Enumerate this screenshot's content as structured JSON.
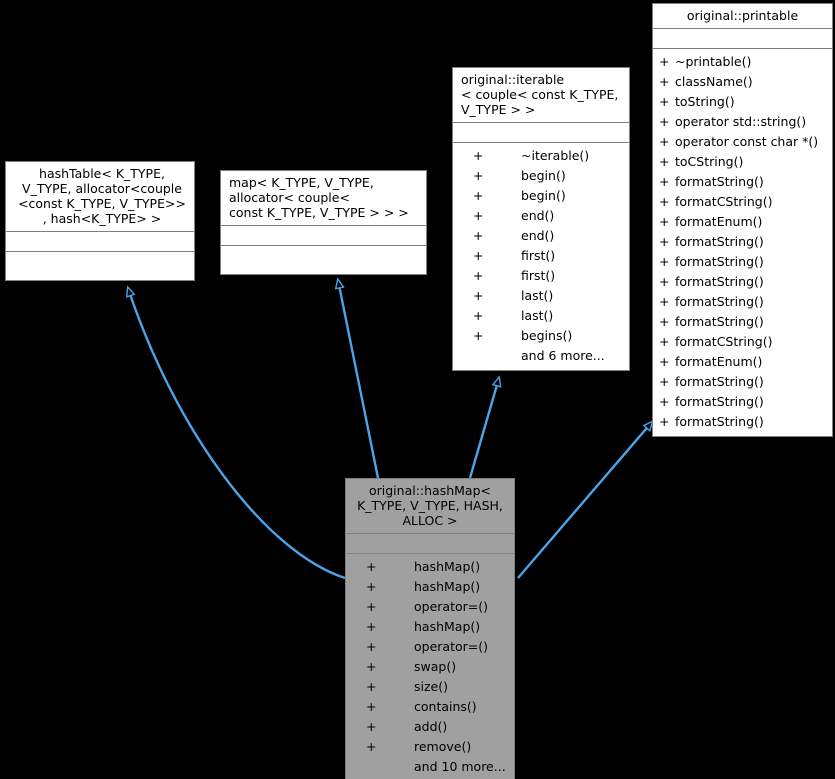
{
  "diagram": {
    "kind": "uml-class-inheritance-diagram",
    "background": "#000000",
    "edge_color": "#4da3e8",
    "highlight_fill": "#a0a0a0",
    "box_fill": "#ffffff",
    "border_color": "#808080"
  },
  "classes": {
    "printable": {
      "title": "original::printable",
      "attributes": [],
      "methods": [
        {
          "vis": "+",
          "name": "~printable()"
        },
        {
          "vis": "+",
          "name": "className()"
        },
        {
          "vis": "+",
          "name": "toString()"
        },
        {
          "vis": "+",
          "name": "operator std::string()"
        },
        {
          "vis": "+",
          "name": "operator const char *()"
        },
        {
          "vis": "+",
          "name": "toCString()"
        },
        {
          "vis": "+",
          "name": "formatString()"
        },
        {
          "vis": "+",
          "name": "formatCString()"
        },
        {
          "vis": "+",
          "name": "formatEnum()"
        },
        {
          "vis": "+",
          "name": "formatString()"
        },
        {
          "vis": "+",
          "name": "formatString()"
        },
        {
          "vis": "+",
          "name": "formatString()"
        },
        {
          "vis": "+",
          "name": "formatString()"
        },
        {
          "vis": "+",
          "name": "formatString()"
        },
        {
          "vis": "+",
          "name": "formatCString()"
        },
        {
          "vis": "+",
          "name": "formatEnum()"
        },
        {
          "vis": "+",
          "name": "formatString()"
        },
        {
          "vis": "+",
          "name": "formatString()"
        },
        {
          "vis": "+",
          "name": "formatString()"
        }
      ]
    },
    "iterable": {
      "title": "original::iterable\n< couple< const K_TYPE,\nV_TYPE > >",
      "attributes": [],
      "methods": [
        {
          "vis": "+",
          "name": "~iterable()"
        },
        {
          "vis": "+",
          "name": "begin()"
        },
        {
          "vis": "+",
          "name": "begin()"
        },
        {
          "vis": "+",
          "name": "end()"
        },
        {
          "vis": "+",
          "name": "end()"
        },
        {
          "vis": "+",
          "name": "first()"
        },
        {
          "vis": "+",
          "name": "first()"
        },
        {
          "vis": "+",
          "name": "last()"
        },
        {
          "vis": "+",
          "name": "last()"
        },
        {
          "vis": "+",
          "name": "begins()"
        },
        {
          "vis": "",
          "name": "and 6 more..."
        }
      ]
    },
    "hashTable": {
      "title": "hashTable< K_TYPE,\nV_TYPE, allocator<couple\n<const K_TYPE, V_TYPE>>\n, hash<K_TYPE>  >",
      "attributes": [],
      "methods": []
    },
    "map": {
      "title": "map< K_TYPE, V_TYPE,\nallocator< couple<\nconst K_TYPE, V_TYPE > > >",
      "attributes": [],
      "methods": []
    },
    "hashMap": {
      "title": "original::hashMap<\nK_TYPE, V_TYPE, HASH,\nALLOC >",
      "attributes": [],
      "methods": [
        {
          "vis": "+",
          "name": "hashMap()"
        },
        {
          "vis": "+",
          "name": "hashMap()"
        },
        {
          "vis": "+",
          "name": "operator=()"
        },
        {
          "vis": "+",
          "name": "hashMap()"
        },
        {
          "vis": "+",
          "name": "operator=()"
        },
        {
          "vis": "+",
          "name": "swap()"
        },
        {
          "vis": "+",
          "name": "size()"
        },
        {
          "vis": "+",
          "name": "contains()"
        },
        {
          "vis": "+",
          "name": "add()"
        },
        {
          "vis": "+",
          "name": "remove()"
        },
        {
          "vis": "",
          "name": "and 10 more..."
        }
      ]
    }
  },
  "edges": [
    {
      "from": "hashMap",
      "to": "hashTable",
      "type": "inheritance"
    },
    {
      "from": "hashMap",
      "to": "map",
      "type": "inheritance"
    },
    {
      "from": "hashMap",
      "to": "iterable",
      "type": "inheritance"
    },
    {
      "from": "hashMap",
      "to": "printable",
      "type": "inheritance"
    }
  ]
}
